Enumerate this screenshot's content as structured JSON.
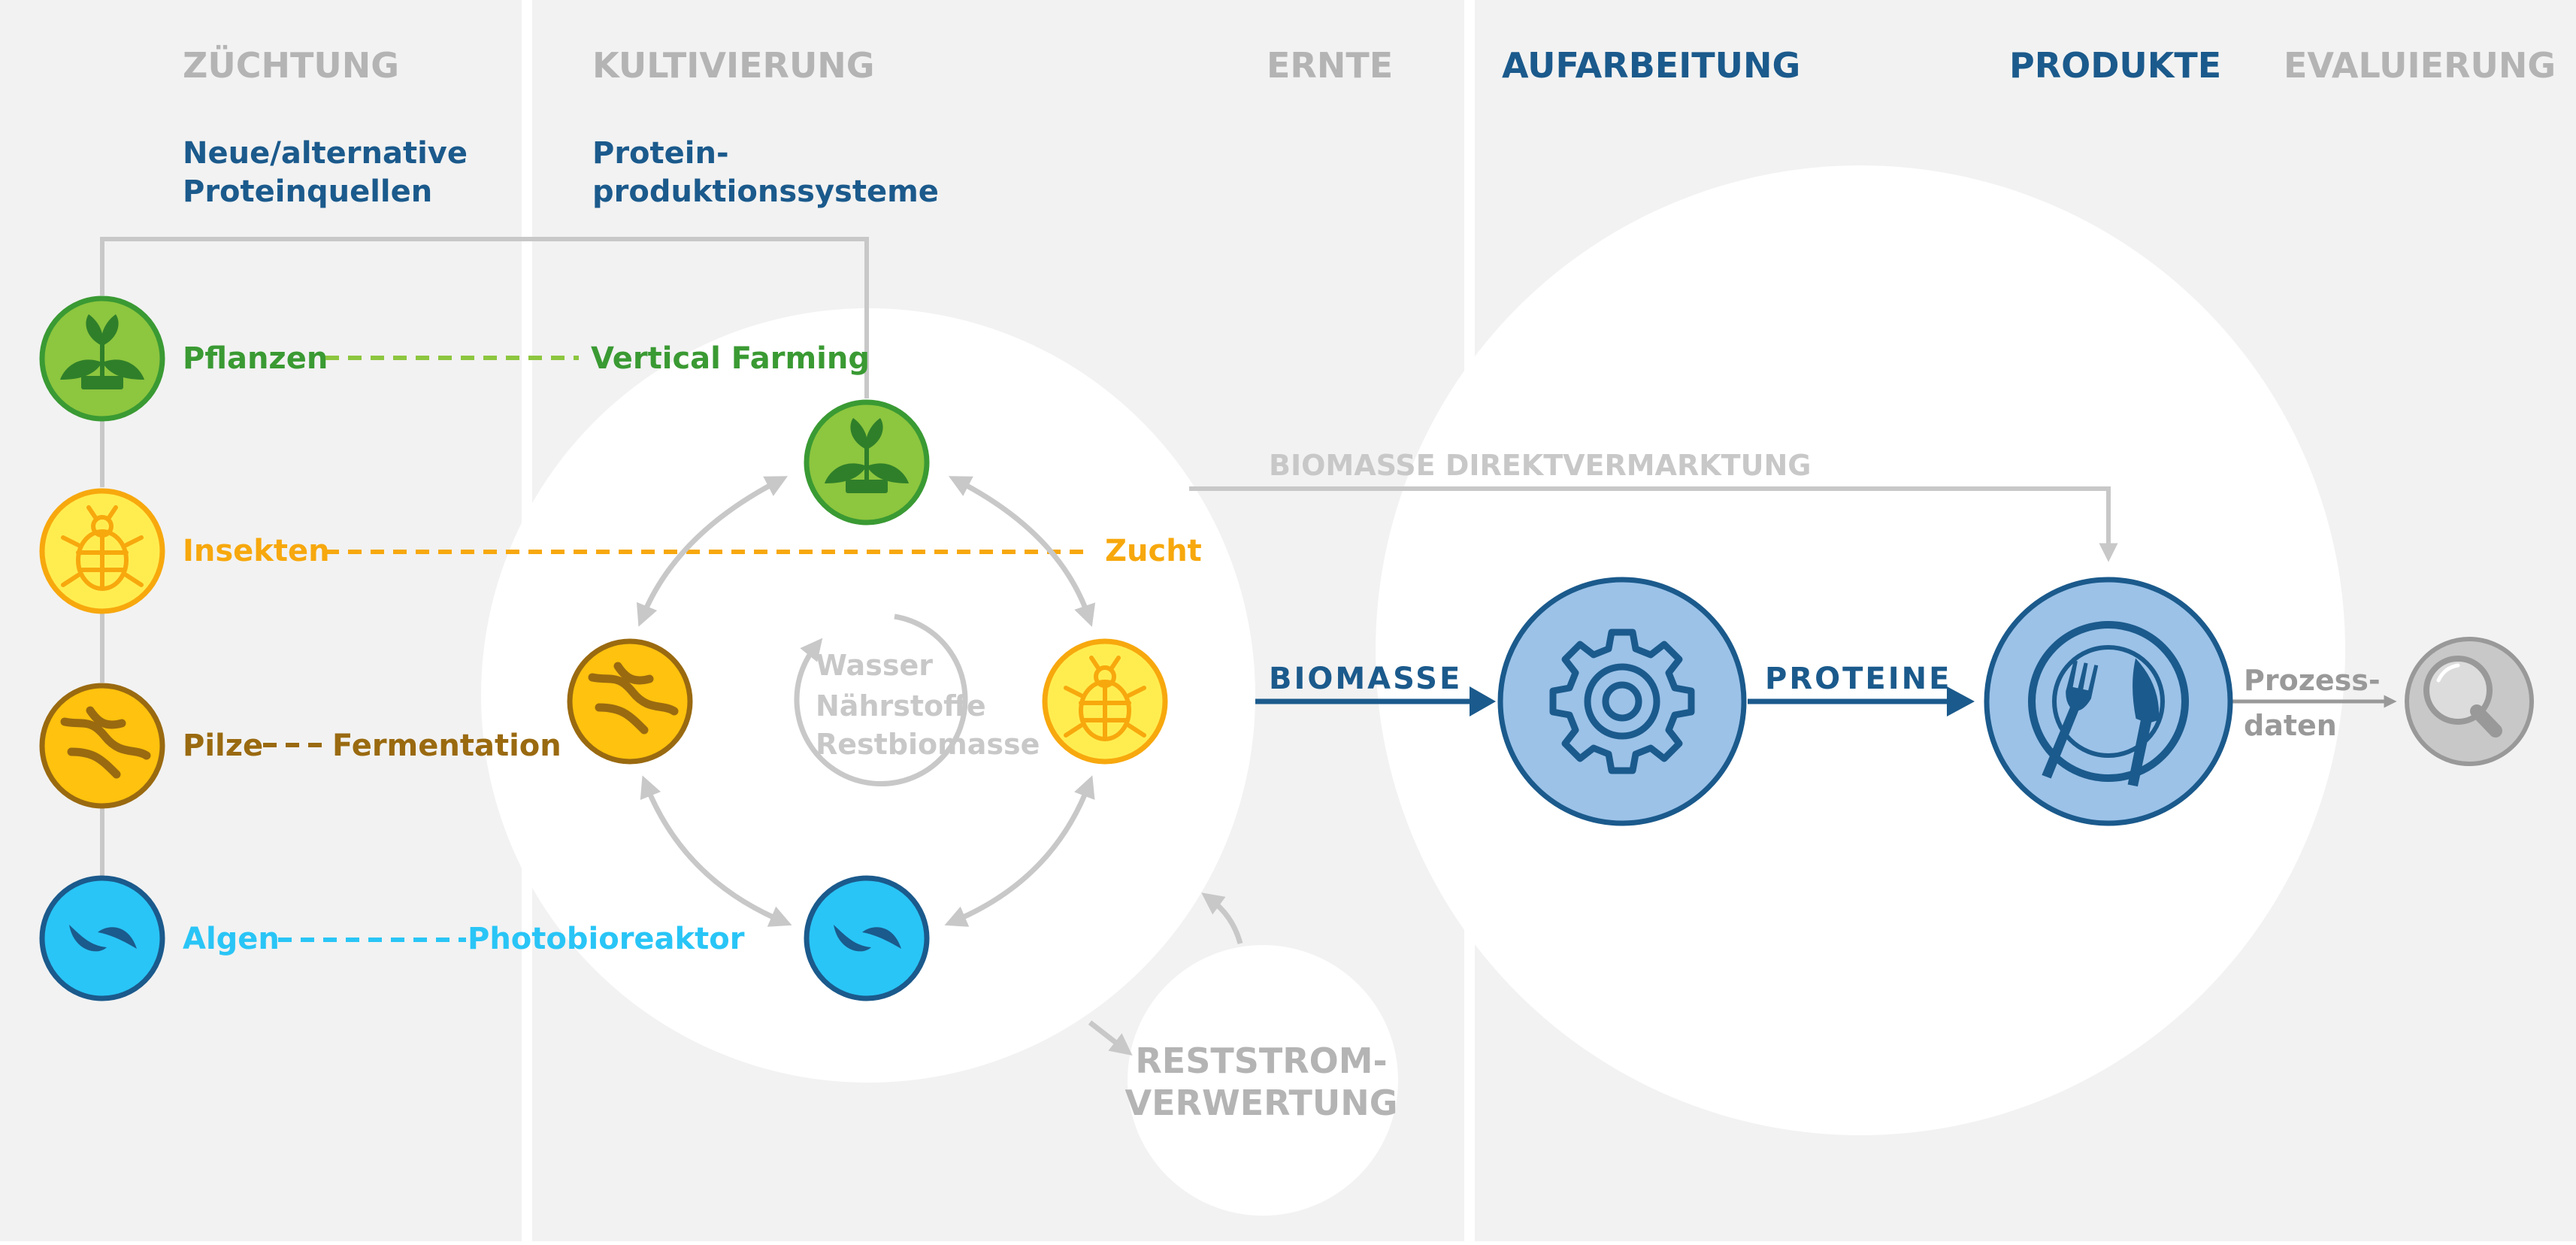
{
  "headers": {
    "zuechtung": "ZÜCHTUNG",
    "kultivierung": "KULTIVIERUNG",
    "ernte": "ERNTE",
    "aufarbeitung": "AUFARBEITUNG",
    "produkte": "PRODUKTE",
    "evaluierung": "EVALUIERUNG"
  },
  "subheaders": {
    "quellen_1": "Neue/alternative",
    "quellen_2": "Proteinquellen",
    "systeme_1": "Protein-",
    "systeme_2": "produktionssysteme"
  },
  "sources": {
    "pflanzen": "Pflanzen",
    "insekten": "Insekten",
    "pilze": "Pilze",
    "algen": "Algen"
  },
  "systems": {
    "vertical_farming": "Vertical Farming",
    "zucht": "Zucht",
    "fermentation": "Fermentation",
    "photobioreaktor": "Photobioreaktor"
  },
  "center": {
    "line_1": "Wasser",
    "line_2": "Nährstoffe",
    "line_3": "Restbiomasse"
  },
  "flow": {
    "direktvermarktung": "BIOMASSE DIREKTVERMARKTUNG",
    "biomasse": "BIOMASSE",
    "proteine": "PROTEINE",
    "prozess_1": "Prozess-",
    "prozess_2": "daten"
  },
  "reststrom": {
    "line_1": "RESTSTROM-",
    "line_2": "VERWERTUNG"
  },
  "colors": {
    "background": "#f2f2f2",
    "dark_blue": "#1b5a8c",
    "light_blue": "#9cc2e8",
    "gray_text": "#b4b4b4",
    "arrow_gray": "#c8c8c8",
    "plant_green": "#8dc63f",
    "plant_text": "#3a9a33",
    "insect_yellow": "#ffed50",
    "insect_text": "#f7a80d",
    "fungi_yellow": "#ffc20e",
    "fungi_text": "#9a6a10",
    "algae_blue": "#29c5f6"
  },
  "icons": {
    "plant": "plant-icon",
    "insect": "insect-icon",
    "fungi": "fungi-icon",
    "algae": "algae-icon",
    "gear": "gear-icon",
    "plate": "plate-cutlery-icon",
    "search": "magnifier-icon"
  }
}
